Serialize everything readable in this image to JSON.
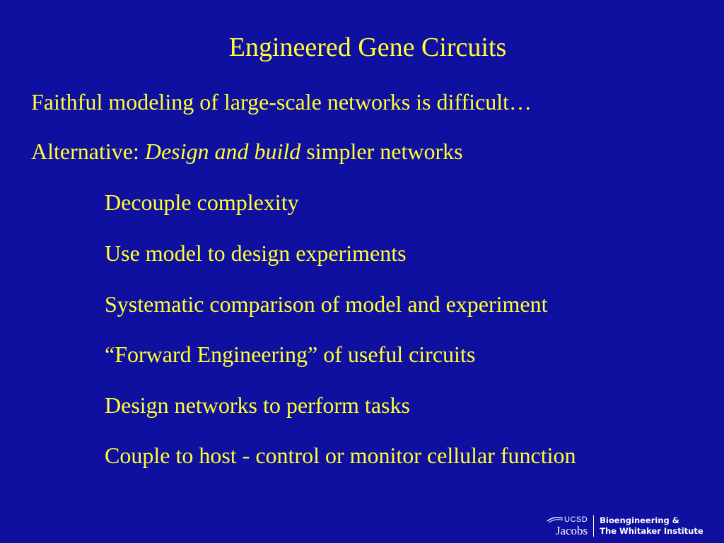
{
  "slide": {
    "title": "Engineered Gene Circuits",
    "line1": "Faithful modeling of large-scale networks is difficult…",
    "line2": {
      "prefix": "Alternative: ",
      "emphasis": "Design and build",
      "suffix": " simpler networks"
    },
    "subpoints": [
      "Decouple complexity",
      "Use model to design experiments",
      "Systematic comparison of model and experiment",
      "“Forward Engineering” of useful circuits",
      "Design networks to perform tasks",
      "Couple to host - control or monitor cellular function"
    ]
  },
  "footer": {
    "ucsd": "UCSD",
    "jacobs": "Jacobs",
    "institute_line1": "Bioengineering &",
    "institute_line2": "The Whitaker Institute"
  },
  "colors": {
    "background": "#1010a0",
    "text": "#ffff33",
    "logo": "#ffffff"
  }
}
